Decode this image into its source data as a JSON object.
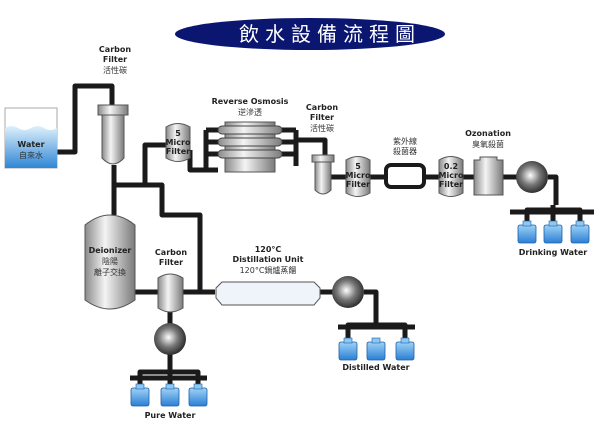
{
  "title": "飲水設備流程圖",
  "colors": {
    "title_bg": "#0b1670",
    "water": "#3a8fde",
    "pipe": "#1a1a1a"
  },
  "nodes": {
    "tap_water": {
      "en": "Water",
      "zh": "自來水"
    },
    "carbon_filter_1": {
      "en1": "Carbon",
      "en2": "Filter",
      "zh": "活性碳"
    },
    "micro_filter_5a": {
      "l1": "5",
      "l2": "Micro",
      "l3": "Filter"
    },
    "reverse_osmosis": {
      "en": "Reverse Osmosis",
      "zh": "逆滲透"
    },
    "carbon_filter_2": {
      "en1": "Carbon",
      "en2": "Filter",
      "zh": "活性碳"
    },
    "micro_filter_5b": {
      "l1": "5",
      "l2": "Micro",
      "l3": "Filter"
    },
    "uv_sterilizer": {
      "zh1": "紫外線",
      "zh2": "殺菌器"
    },
    "micro_filter_02": {
      "l1": "0.2",
      "l2": "Micro",
      "l3": "Filter"
    },
    "ozonation": {
      "en": "Ozonation",
      "zh": "臭氧殺菌"
    },
    "drinking_water": {
      "en": "Drinking Water"
    },
    "deionizer": {
      "en": "Deionizer",
      "zh1": "陰陽",
      "zh2": "離子交換"
    },
    "carbon_filter_3": {
      "en1": "Carbon",
      "en2": "Filter"
    },
    "distillation": {
      "l1": "120°C",
      "l2": "Distillation Unit",
      "zh": "120°C鍋爐蒸餾"
    },
    "distilled_water": {
      "en": "Distilled Water"
    },
    "pure_water": {
      "en": "Pure Water"
    }
  }
}
